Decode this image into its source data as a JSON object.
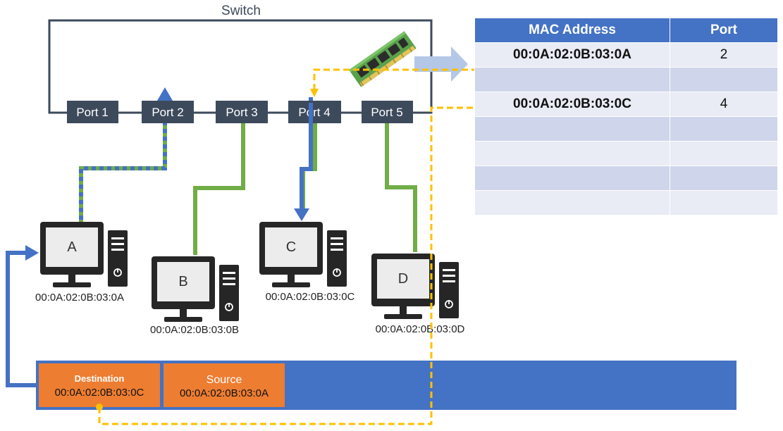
{
  "switch": {
    "title": "Switch",
    "ports": [
      "Port 1",
      "Port 2",
      "Port 3",
      "Port 4",
      "Port 5"
    ]
  },
  "mac_table": {
    "headers": [
      "MAC Address",
      "Port"
    ],
    "rows": [
      [
        "00:0A:02:0B:03:0A",
        "2"
      ],
      [
        "",
        ""
      ],
      [
        "00:0A:02:0B:03:0C",
        "4"
      ],
      [
        "",
        ""
      ],
      [
        "",
        ""
      ],
      [
        "",
        ""
      ],
      [
        "",
        ""
      ]
    ]
  },
  "hosts": [
    {
      "label": "A",
      "mac": "00:0A:02:0B:03:0A"
    },
    {
      "label": "B",
      "mac": "00:0A:02:0B:03:0B"
    },
    {
      "label": "C",
      "mac": "00:0A:02:0B:03:0C"
    },
    {
      "label": "D",
      "mac": "00:0A:02:0B:03:0D"
    }
  ],
  "frame": {
    "destination_title": "Destination",
    "destination_mac": "00:0A:02:0B:03:0C",
    "source_title": "Source",
    "source_mac": "00:0A:02:0B:03:0A"
  },
  "colors": {
    "switch_border": "#3d4a5c",
    "port_box": "#3d4a5c",
    "cable_green": "#70ad47",
    "frame_blue": "#4472c4",
    "arrow_blue": "#4472c4",
    "lookup_dashed": "#ffc000",
    "frame_field": "#ed7d31",
    "table_header": "#4472c4",
    "memory_arrow": "#b4c7e7"
  },
  "icons": [
    "memory-module-icon",
    "computer-icon"
  ]
}
